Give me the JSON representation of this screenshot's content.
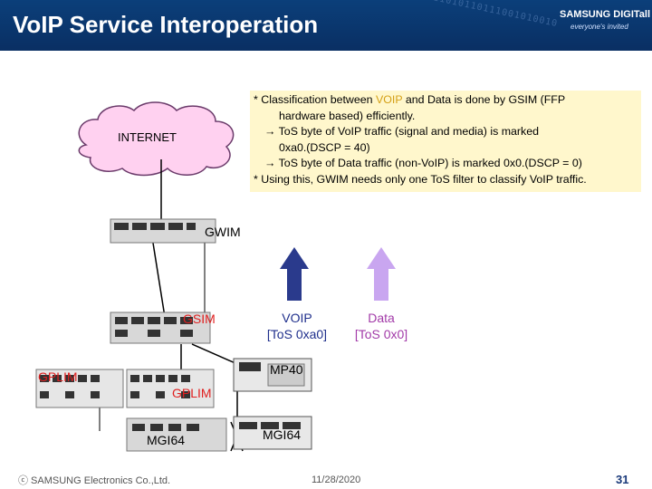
{
  "header": {
    "title": "VoIP Service Interoperation",
    "logo": "SAMSUNG DIGITall",
    "logo_sub": "everyone's invited",
    "binary_text": "011010110111001010010"
  },
  "note": {
    "line1_pre": "* Classification between ",
    "line1_hl": "VOIP",
    "line1_post": " and Data is done by GSIM (FFP",
    "line2": "hardware based) efficiently.",
    "line3": "→ ToS byte of VoIP traffic (signal and media) is marked",
    "line4": "0xa0.(DSCP = 40)",
    "line5": "→ ToS byte of Data traffic (non-VoIP) is marked 0x0.(DSCP = 0)",
    "line6": "* Using this, GWIM needs only one ToS filter to classify VoIP traffic."
  },
  "diagram": {
    "internet": "INTERNET",
    "gwim": "GWIM",
    "gsim": "GSIM",
    "gplim_left": "GPLIM",
    "gplim_mid": "GPLIM",
    "mp40": "MP40",
    "mgi64_left": "MGI64",
    "mgi64_right": "MGI64",
    "voip_line1": "VOIP",
    "voip_line2": "[ToS 0xa0]",
    "data_line1": "Data",
    "data_line2": "[ToS 0x0]",
    "colors": {
      "voip_arrow": "#2a3a8c",
      "data_arrow": "#c9a6f0",
      "voip_text": "#1f2f8c",
      "data_text": "#a23aa8",
      "label_red": "#e02020"
    }
  },
  "footer": {
    "copyright": "ⓒ SAMSUNG Electronics Co.,Ltd.",
    "date": "11/28/2020",
    "page": "31"
  }
}
